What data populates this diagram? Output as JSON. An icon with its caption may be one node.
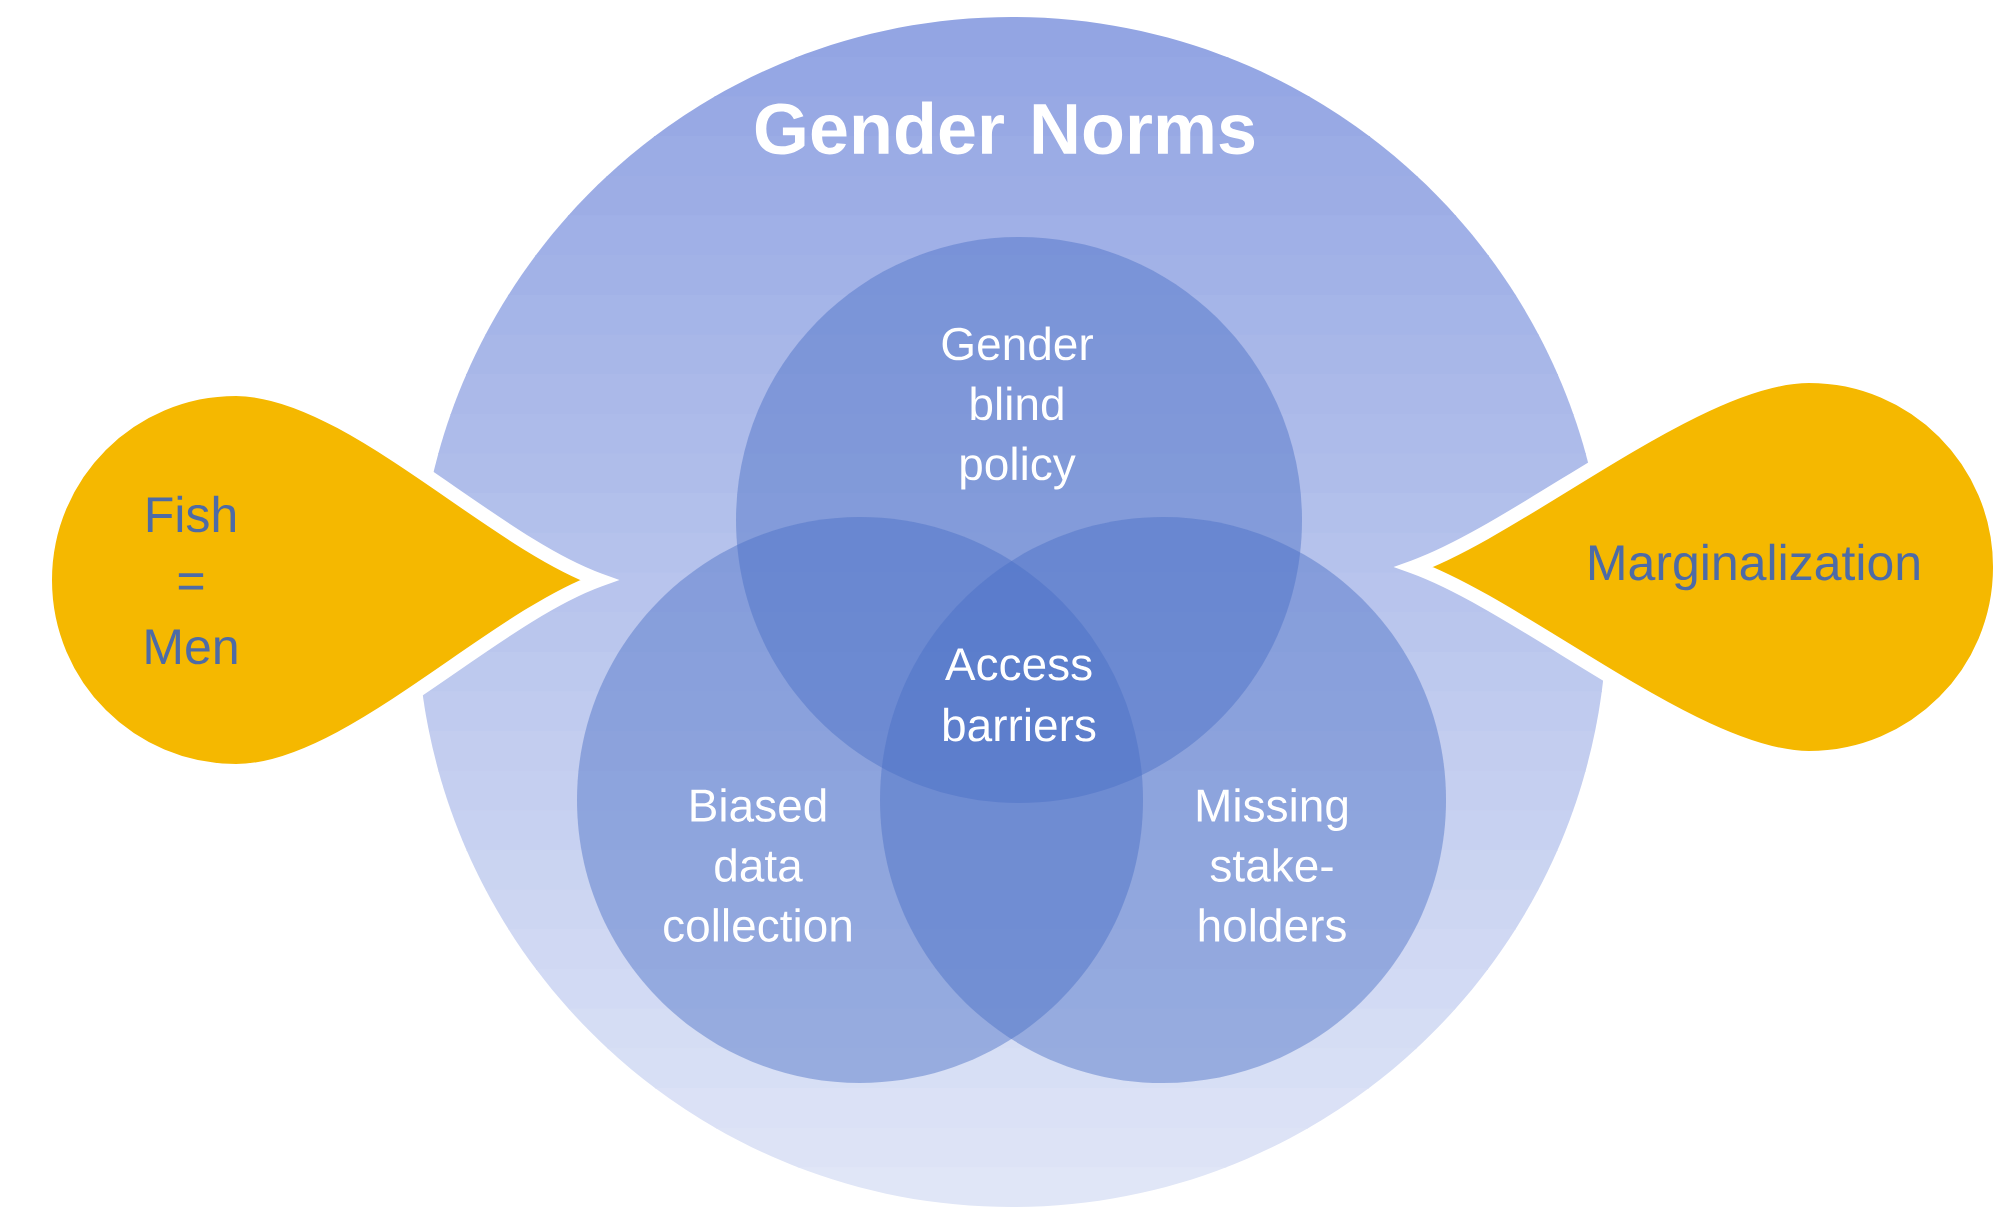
{
  "diagram": {
    "nodes": [
      {
        "text": [
          "Gender Norms"
        ]
      },
      {
        "text": [
          "Gender blind policy"
        ],
        "in": 0
      },
      {
        "text": [
          "Biased data collection"
        ],
        "in": 0
      },
      {
        "text": [
          "Missing stake-holders"
        ],
        "in": 0
      },
      {
        "text": [
          "Access barriers"
        ]
      },
      {
        "text": [
          "Fish = Men"
        ]
      },
      {
        "text": [
          "Marginalization"
        ]
      }
    ]
  }
}
